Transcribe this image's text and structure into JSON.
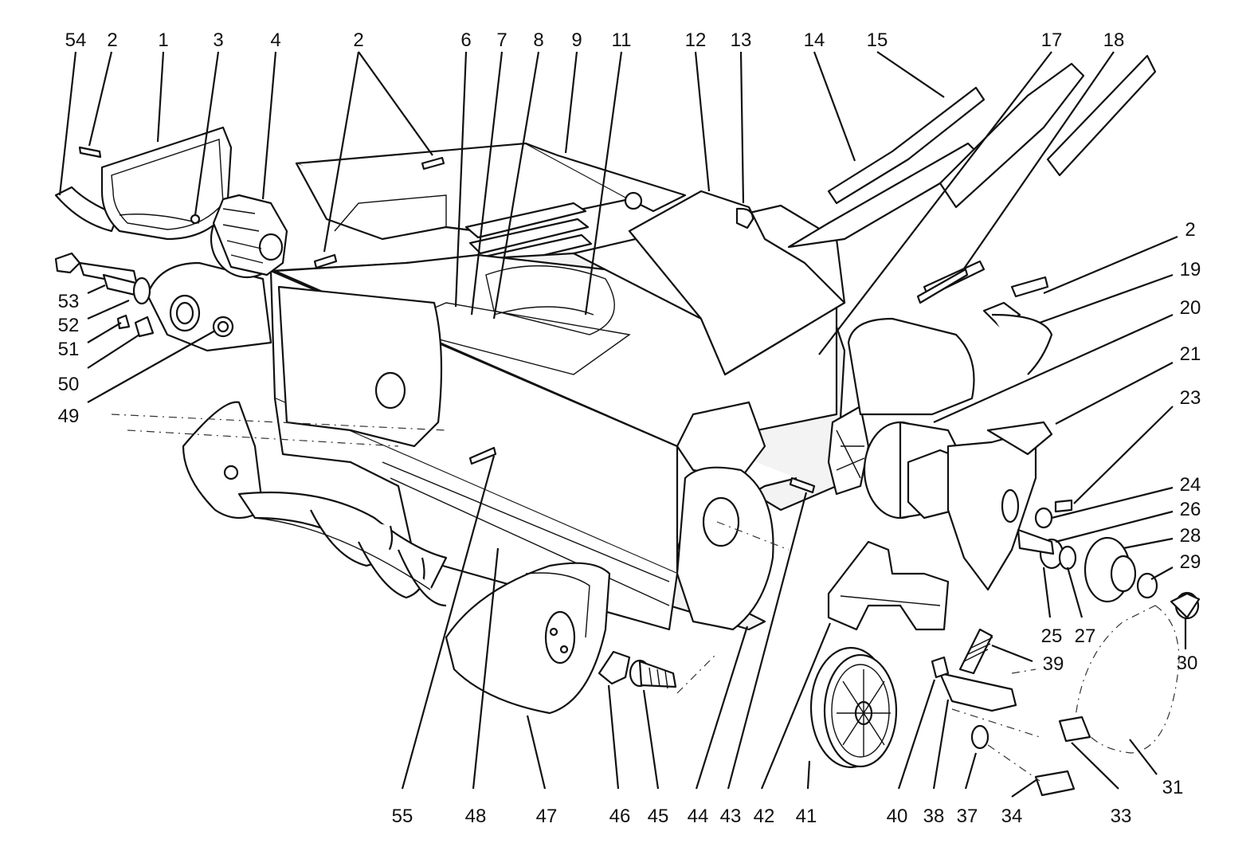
{
  "diagram": {
    "colors": {
      "ink": "#111111",
      "paper": "#ffffff"
    },
    "callouts": [
      {
        "id": "c54",
        "label": "54"
      },
      {
        "id": "c2a",
        "label": "2"
      },
      {
        "id": "c1",
        "label": "1"
      },
      {
        "id": "c3",
        "label": "3"
      },
      {
        "id": "c4",
        "label": "4"
      },
      {
        "id": "c2b",
        "label": "2"
      },
      {
        "id": "c6",
        "label": "6"
      },
      {
        "id": "c7",
        "label": "7"
      },
      {
        "id": "c8",
        "label": "8"
      },
      {
        "id": "c9",
        "label": "9"
      },
      {
        "id": "c11",
        "label": "11"
      },
      {
        "id": "c12",
        "label": "12"
      },
      {
        "id": "c13",
        "label": "13"
      },
      {
        "id": "c14",
        "label": "14"
      },
      {
        "id": "c15",
        "label": "15"
      },
      {
        "id": "c17",
        "label": "17"
      },
      {
        "id": "c18",
        "label": "18"
      },
      {
        "id": "c2c",
        "label": "2"
      },
      {
        "id": "c19",
        "label": "19"
      },
      {
        "id": "c20",
        "label": "20"
      },
      {
        "id": "c21",
        "label": "21"
      },
      {
        "id": "c23",
        "label": "23"
      },
      {
        "id": "c24",
        "label": "24"
      },
      {
        "id": "c26",
        "label": "26"
      },
      {
        "id": "c28",
        "label": "28"
      },
      {
        "id": "c29",
        "label": "29"
      },
      {
        "id": "c25",
        "label": "25"
      },
      {
        "id": "c27",
        "label": "27"
      },
      {
        "id": "c30",
        "label": "30"
      },
      {
        "id": "c39",
        "label": "39"
      },
      {
        "id": "c31",
        "label": "31"
      },
      {
        "id": "c53",
        "label": "53"
      },
      {
        "id": "c52",
        "label": "52"
      },
      {
        "id": "c51",
        "label": "51"
      },
      {
        "id": "c50",
        "label": "50"
      },
      {
        "id": "c49",
        "label": "49"
      },
      {
        "id": "c55",
        "label": "55"
      },
      {
        "id": "c48",
        "label": "48"
      },
      {
        "id": "c47",
        "label": "47"
      },
      {
        "id": "c46",
        "label": "46"
      },
      {
        "id": "c45",
        "label": "45"
      },
      {
        "id": "c44",
        "label": "44"
      },
      {
        "id": "c43",
        "label": "43"
      },
      {
        "id": "c42",
        "label": "42"
      },
      {
        "id": "c41",
        "label": "41"
      },
      {
        "id": "c40",
        "label": "40"
      },
      {
        "id": "c38",
        "label": "38"
      },
      {
        "id": "c37",
        "label": "37"
      },
      {
        "id": "c34",
        "label": "34"
      },
      {
        "id": "c33",
        "label": "33"
      }
    ]
  }
}
